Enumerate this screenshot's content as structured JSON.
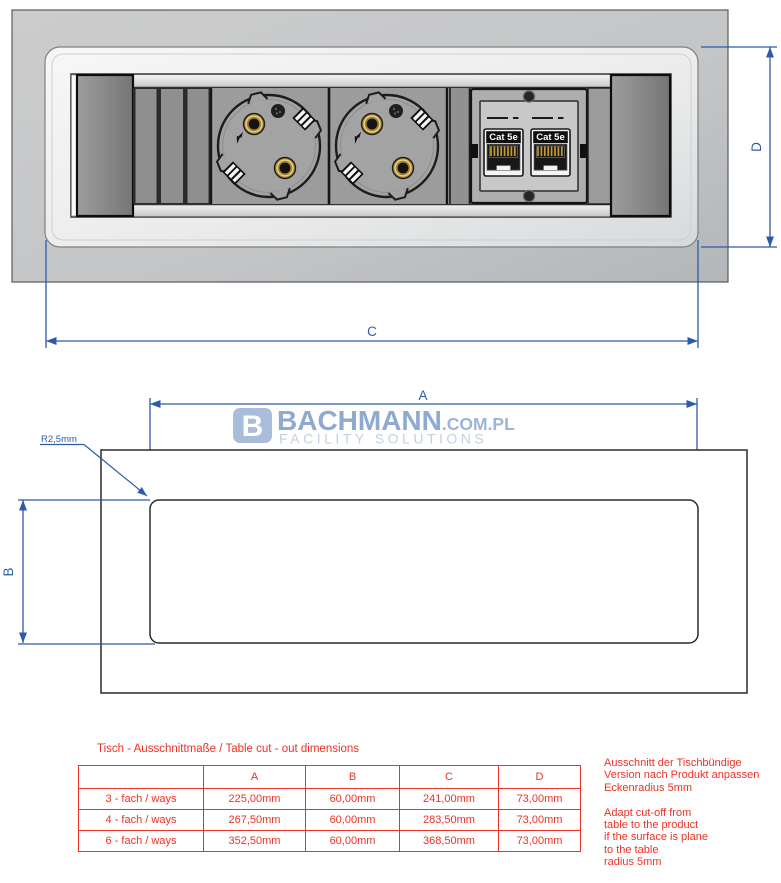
{
  "colors": {
    "dimension_blue": "#2d5ba9",
    "annotation_red": "#ee3124",
    "logo_blue": "#8fa9d0",
    "logo_light_blue": "#c3cfe3"
  },
  "top_drawing": {
    "dim_c_label": "C",
    "dim_d_label": "D",
    "port_labels": [
      "Cat 5e",
      "Cat 5e"
    ]
  },
  "cutout_drawing": {
    "dim_a_label": "A",
    "dim_b_label": "B",
    "radius_label": "R2,5mm",
    "logo": {
      "initial": "B",
      "name": "BACHMANN",
      "suffix": ".COM.PL",
      "tagline": "FACILITY SOLUTIONS"
    }
  },
  "table": {
    "title": "Tisch - Ausschnittmaße / Table cut - out dimensions",
    "columns": [
      "",
      "A",
      "B",
      "C",
      "D"
    ],
    "rows": [
      {
        "label": "3 - fach / ways",
        "a": "225,00mm",
        "b": "60,00mm",
        "c": "241,00mm",
        "d": "73,00mm"
      },
      {
        "label": "4 - fach / ways",
        "a": "267,50mm",
        "b": "60,00mm",
        "c": "283,50mm",
        "d": "73,00mm"
      },
      {
        "label": "6 - fach / ways",
        "a": "352,50mm",
        "b": "60,00mm",
        "c": "368,50mm",
        "d": "73,00mm"
      }
    ]
  },
  "notes": {
    "german": [
      "Ausschnitt der Tischbündige",
      "Version nach Produkt anpassen",
      "Eckenradius 5mm"
    ],
    "english": [
      "Adapt cut-off from",
      "table to the product",
      "if the surface is plane",
      "to the table",
      "radius 5mm"
    ]
  }
}
